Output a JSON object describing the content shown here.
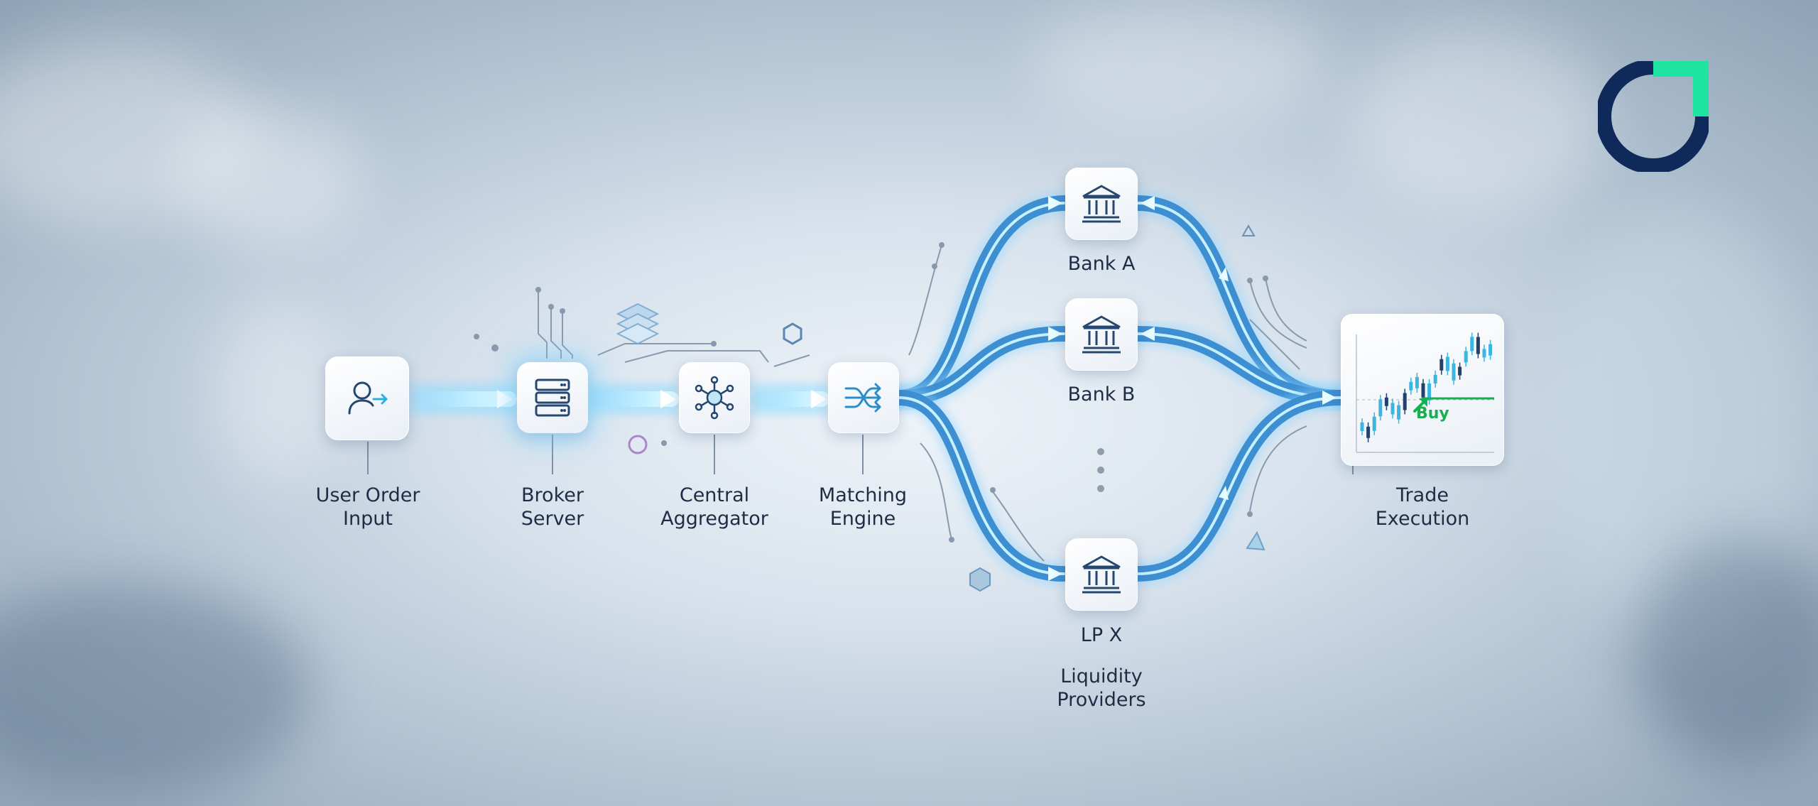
{
  "nodes": {
    "user_order_input": "User Order\nInput",
    "broker_server": "Broker\nServer",
    "central_aggregator": "Central\nAggregator",
    "matching_engine": "Matching\nEngine",
    "bank_a": "Bank A",
    "bank_b": "Bank B",
    "lp_x": "LP X",
    "trade_execution": "Trade\nExecution"
  },
  "group_label": "Liquidity\nProviders",
  "chart_marker": "Buy",
  "icons": {
    "user": "user-arrow-icon",
    "server": "server-icon",
    "hub": "hub-icon",
    "shuffle": "shuffle-icon",
    "bank": "bank-icon",
    "chart": "candlestick-chart-icon",
    "logo": "logo-ring-icon"
  },
  "colors": {
    "flow": "#4aa8e8",
    "glow": "#8fe6ff",
    "navy": "#0f2a5a",
    "accent_green": "#1fe3a0",
    "buy_green": "#16b050",
    "icon_stroke": "#26476f"
  }
}
